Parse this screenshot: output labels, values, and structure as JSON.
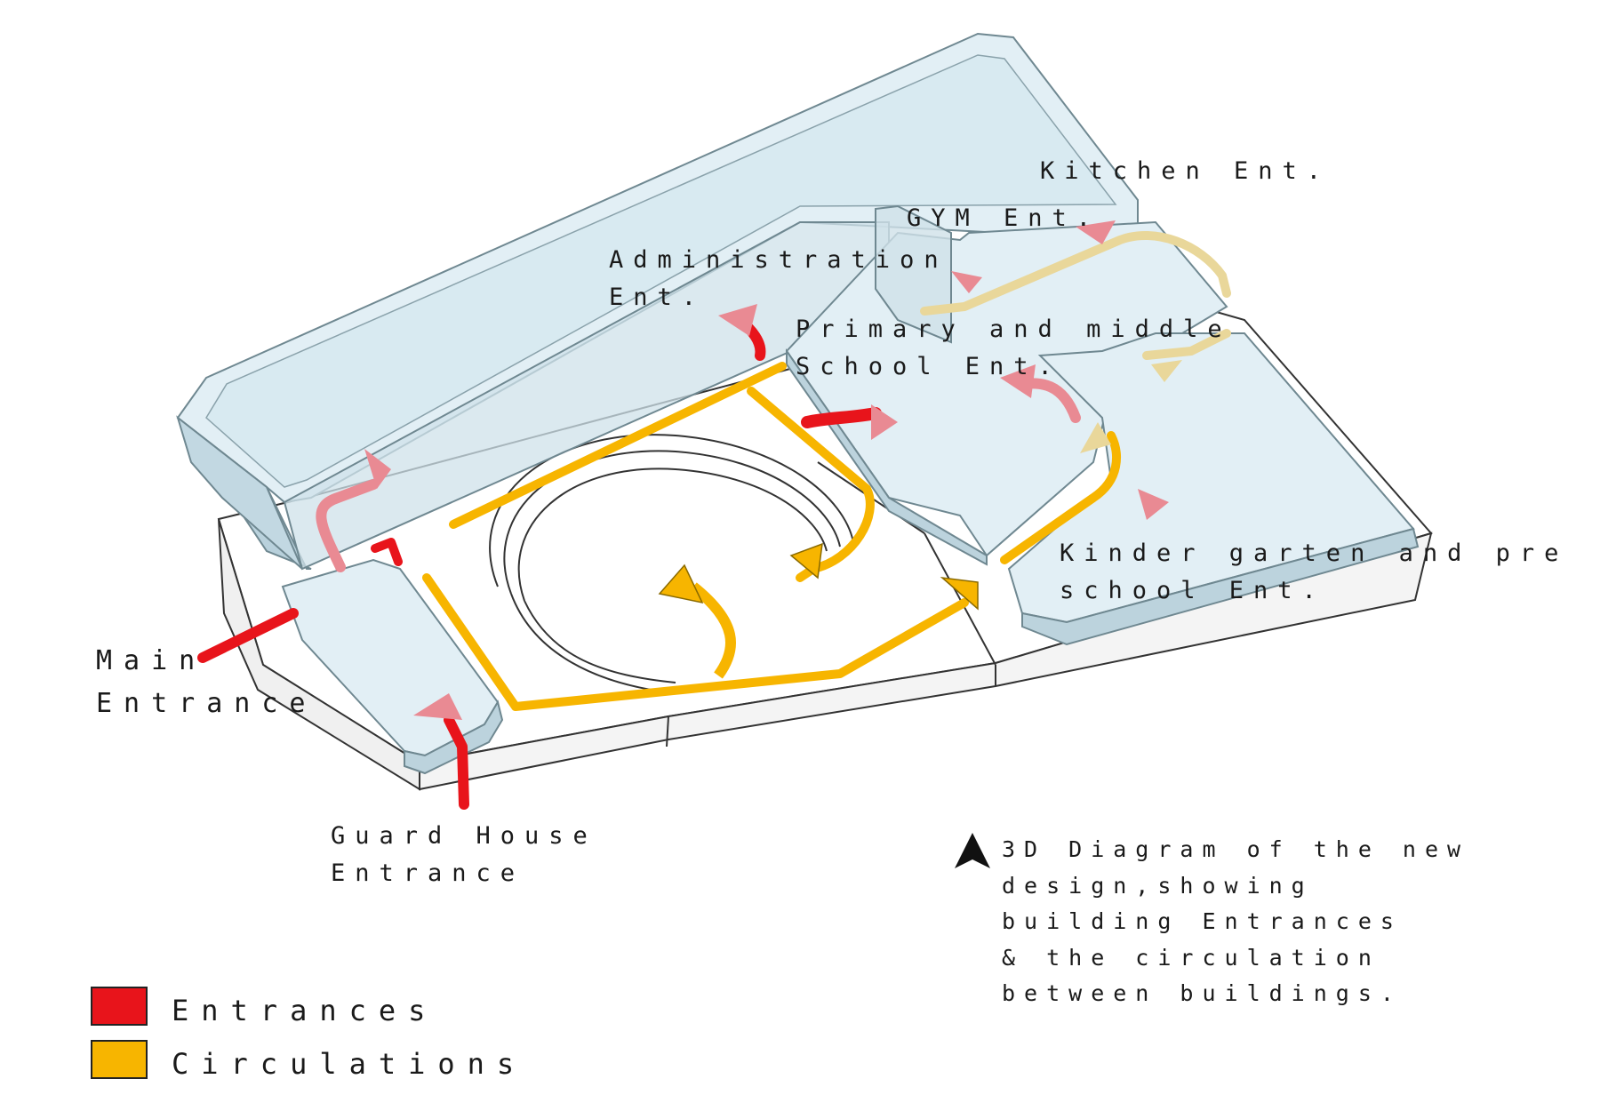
{
  "colors": {
    "entrance": "#e8141b",
    "entrance_faded": "#e98a93",
    "circulation": "#f7b500",
    "circulation_faded": "#e9d79a",
    "glass_fill": "#cfe3ec",
    "glass_top": "#e4f0f5",
    "glass_edge": "#7f97a1",
    "site": "#ffffff",
    "line": "#333333"
  },
  "labels": {
    "main_entrance": "Main\nEntrance",
    "guard_house": "Guard House\nEntrance",
    "administration": "Administration\nEnt.",
    "gym": "GYM Ent.",
    "kitchen": "Kitchen Ent.",
    "primary_middle": "Primary and middle\nSchool Ent.",
    "kindergarten": "Kinder garten and pre\nschool Ent."
  },
  "caption": "3D Diagram of the new\ndesign,showing\nbuilding Entrances\n& the circulation\nbetween buildings.",
  "north_icon": "north-arrow-icon",
  "legend": {
    "items": [
      {
        "label": "Entrances",
        "color": "#e8141b"
      },
      {
        "label": "Circulations",
        "color": "#f7b500"
      }
    ]
  }
}
